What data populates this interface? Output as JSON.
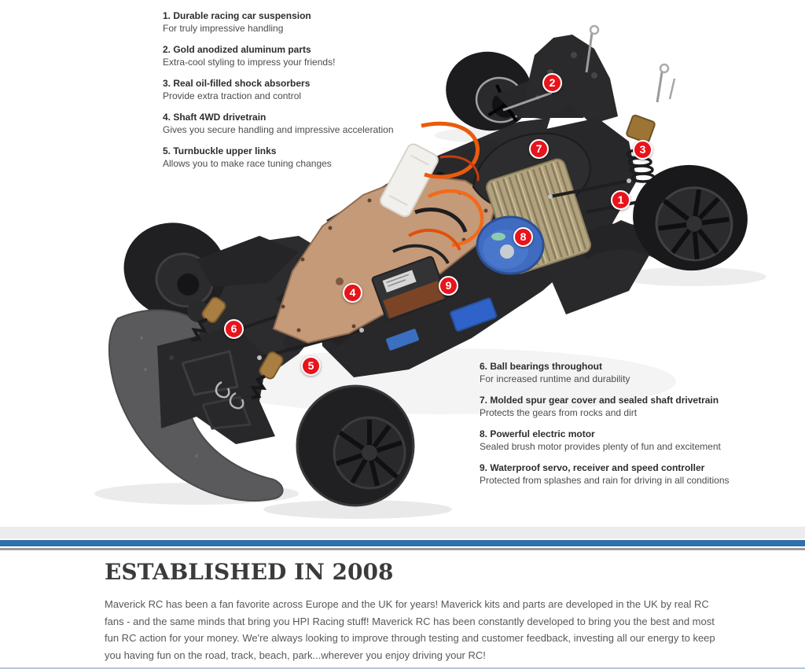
{
  "colors": {
    "accent_blue": "#2e6fad",
    "marker_red": "#e8141c",
    "divider_light_gray": "#ececec",
    "divider_gray": "#9b9b9d",
    "heading_color": "#3b3b3d",
    "body_text": "#58585a",
    "copper_plate": "#c49a79",
    "motor_heatsink_gold": "#b2a37f",
    "motor_can_blue": "#3f6cc0",
    "wire_orange": "#ea5b0c",
    "foam_bumper_gray": "#5a5a5c",
    "plastic_black": "#28282a"
  },
  "features_left": [
    {
      "number": "1",
      "title": "1. Durable racing car suspension",
      "description": "For truly impressive handling"
    },
    {
      "number": "2",
      "title": "2. Gold anodized aluminum parts",
      "description": "Extra-cool styling to impress your friends!"
    },
    {
      "number": "3",
      "title": "3. Real oil-filled shock absorbers",
      "description": "Provide extra traction and control"
    },
    {
      "number": "4",
      "title": "4. Shaft 4WD drivetrain",
      "description": "Gives you secure handling and impressive acceleration"
    },
    {
      "number": "5",
      "title": "5. Turnbuckle upper links",
      "description": "Allows you to make race tuning changes"
    }
  ],
  "features_right": [
    {
      "number": "6",
      "title": "6. Ball bearings throughout",
      "description": "For increased runtime and durability"
    },
    {
      "number": "7",
      "title": "7. Molded spur gear cover and sealed shaft drivetrain",
      "description": "Protects the gears from rocks and dirt"
    },
    {
      "number": "8",
      "title": "8. Powerful electric motor",
      "description": "Sealed brush motor provides plenty of fun and excitement"
    },
    {
      "number": "9",
      "title": "9. Waterproof servo, receiver and speed controller",
      "description": "Protected from splashes and rain for driving in all conditions"
    }
  ],
  "diagram": {
    "description": "RC touring car chassis photo with numbered part callouts",
    "markers": [
      {
        "label": "1"
      },
      {
        "label": "2"
      },
      {
        "label": "3"
      },
      {
        "label": "4"
      },
      {
        "label": "5"
      },
      {
        "label": "6"
      },
      {
        "label": "7"
      },
      {
        "label": "8"
      },
      {
        "label": "9"
      }
    ]
  },
  "established": {
    "heading": "ESTABLISHED IN 2008",
    "paragraph": "Maverick RC has been a fan favorite across Europe and the UK for years! Maverick kits and parts are developed in the UK by real RC fans - and the same minds that bring you HPI Racing stuff! Maverick RC has been constantly developed to bring you the best and most fun RC action for your money. We're always looking to improve through testing and customer feedback, investing all our energy to keep you having fun on the road, track, beach, park...wherever you enjoy driving your RC!"
  }
}
